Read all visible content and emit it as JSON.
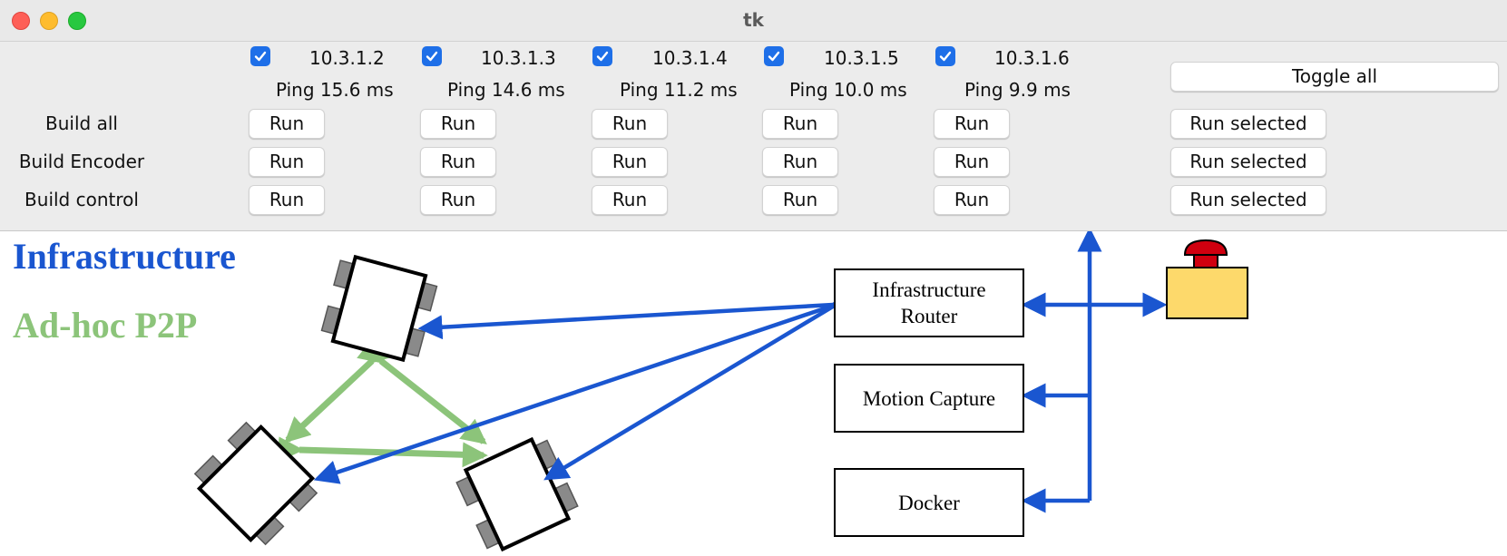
{
  "window": {
    "title": "tk"
  },
  "hosts": [
    {
      "ip": "10.3.1.2",
      "ping": "Ping 15.6 ms",
      "checked": true
    },
    {
      "ip": "10.3.1.3",
      "ping": "Ping 14.6 ms",
      "checked": true
    },
    {
      "ip": "10.3.1.4",
      "ping": "Ping 11.2 ms",
      "checked": true
    },
    {
      "ip": "10.3.1.5",
      "ping": "Ping 10.0 ms",
      "checked": true
    },
    {
      "ip": "10.3.1.6",
      "ping": "Ping 9.9 ms",
      "checked": true
    }
  ],
  "toggle_all_label": "Toggle all",
  "rows": [
    {
      "label": "Build all",
      "run_label": "Run",
      "run_selected_label": "Run selected"
    },
    {
      "label": "Build Encoder",
      "run_label": "Run",
      "run_selected_label": "Run selected"
    },
    {
      "label": "Build control",
      "run_label": "Run",
      "run_selected_label": "Run selected"
    }
  ],
  "diagram": {
    "legend": {
      "infrastructure": "Infrastructure",
      "adhoc": "Ad-hoc P2P"
    },
    "boxes": {
      "router_line1": "Infrastructure",
      "router_line2": "Router",
      "motion_capture": "Motion Capture",
      "docker": "Docker"
    },
    "colors": {
      "infrastructure": "#1a56d0",
      "adhoc": "#8cc47a",
      "estop_base": "#fdd96b",
      "estop_button": "#d0000f"
    }
  }
}
